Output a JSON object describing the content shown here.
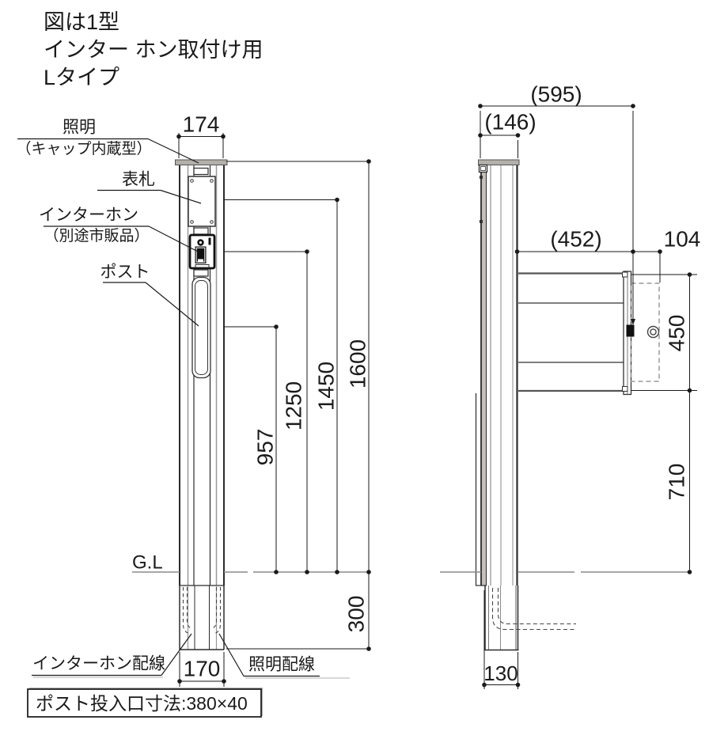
{
  "title": {
    "line1": "図は1型",
    "line2": "インター ホン取付け用",
    "line3": "Lタイプ"
  },
  "front_view": {
    "labels": {
      "light": "照明",
      "light_sub": "（キャップ内蔵型）",
      "nameplate": "表札",
      "intercom": "インターホン",
      "intercom_sub": "（別途市販品）",
      "post": "ポスト",
      "ground_level": "G.L",
      "intercom_wiring": "インターホン配線",
      "light_wiring": "照明配線"
    },
    "dimensions": {
      "width": "174",
      "overall_height": "1600",
      "nameplate_height": "1450",
      "intercom_height": "1250",
      "post_slot_height": "957",
      "embed_depth": "300",
      "base_width": "170"
    }
  },
  "side_view": {
    "dimensions": {
      "overall_depth": "(595)",
      "pillar_depth": "(146)",
      "box_depth": "(452)",
      "door_projection": "104",
      "box_height": "450",
      "box_bottom_to_ground": "710",
      "base_depth": "130"
    }
  },
  "note": "ポスト投入口寸法:380×40",
  "colors": {
    "line": "#1a1a1a",
    "gray_line": "#8a8a8a",
    "metal_fill": "#b3b0ab"
  }
}
